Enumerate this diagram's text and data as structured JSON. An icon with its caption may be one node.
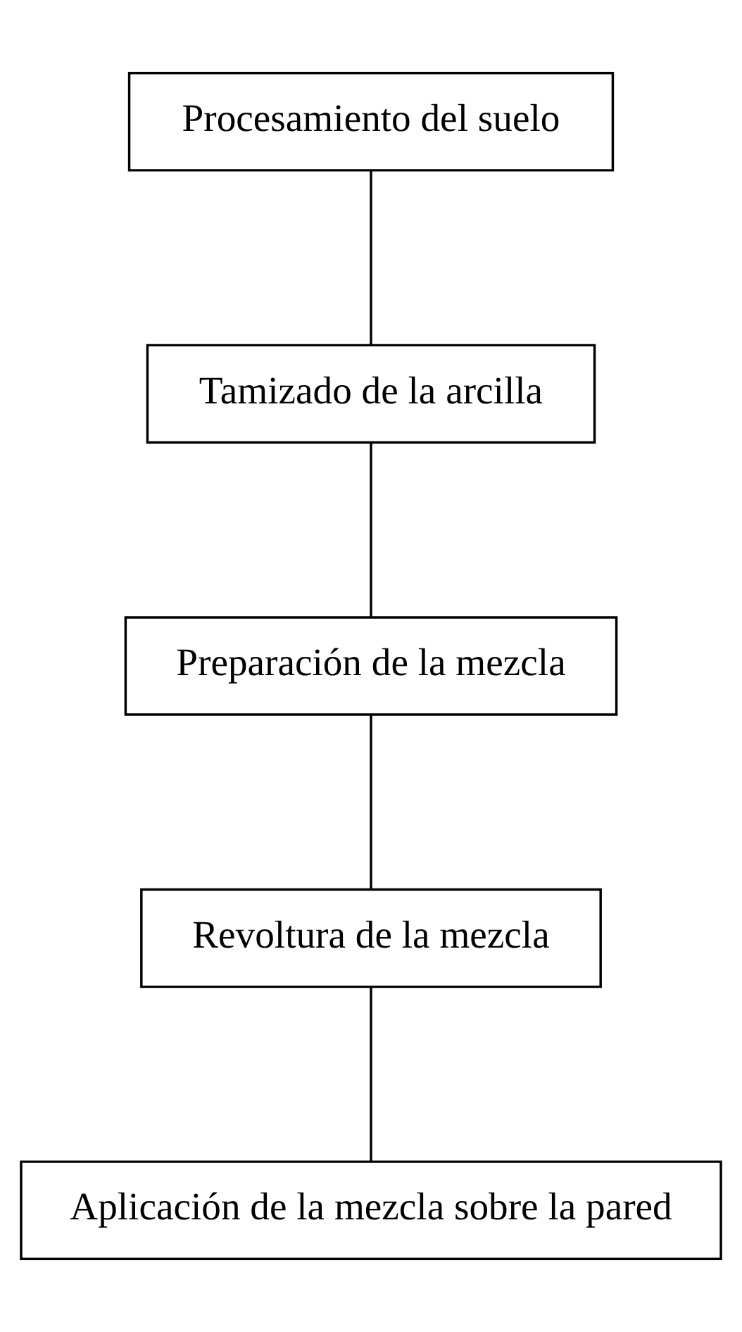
{
  "diagram": {
    "nodes": [
      {
        "text": [
          "Procesamiento del suelo"
        ]
      },
      {
        "text": [
          "Tamizado de la arcilla"
        ]
      },
      {
        "text": [
          "Preparación de la mezcla"
        ]
      },
      {
        "text": [
          "Revoltura de la mezcla"
        ]
      },
      {
        "text": [
          "Aplicación de la mezcla sobre la pared"
        ]
      }
    ],
    "edges": [
      {
        "from": 0,
        "to": 1,
        "arrow": "none"
      },
      {
        "from": 1,
        "to": 2,
        "arrow": "none"
      },
      {
        "from": 2,
        "to": 3,
        "arrow": "none"
      },
      {
        "from": 3,
        "to": 4,
        "arrow": "none"
      }
    ]
  }
}
